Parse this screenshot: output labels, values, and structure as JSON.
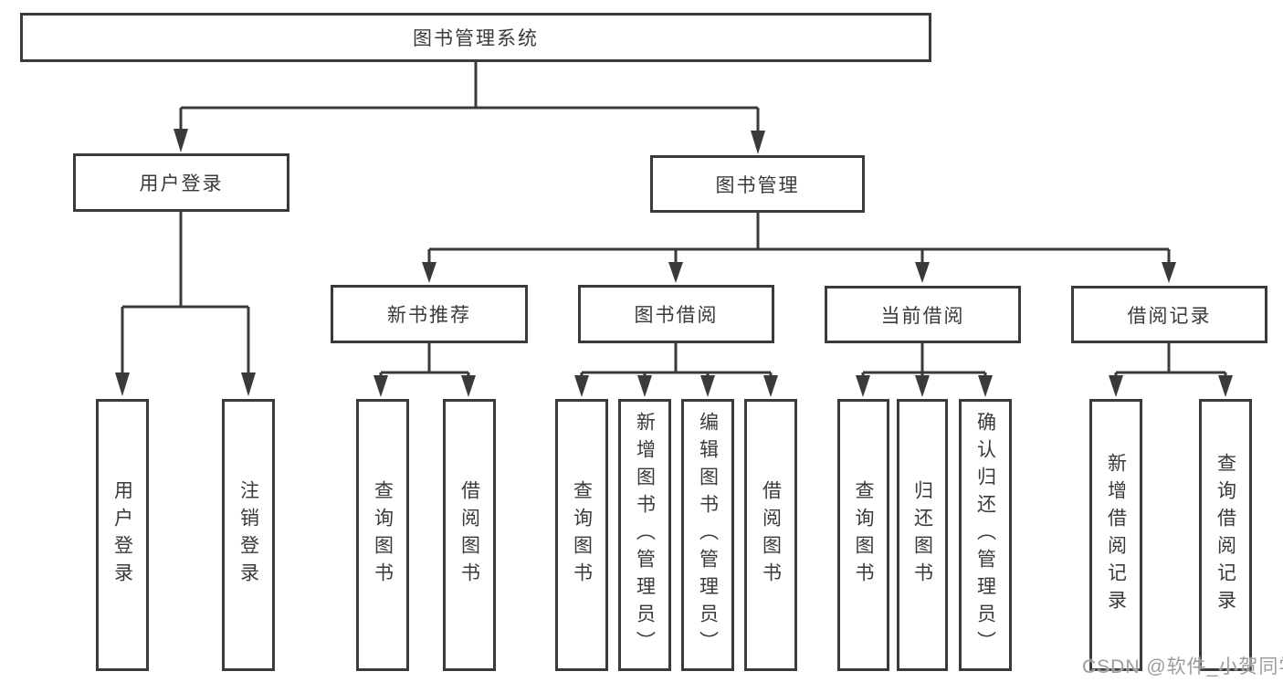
{
  "tree": {
    "label": "图书管理系统",
    "children": [
      {
        "label": "用户登录",
        "children": [
          {
            "label": "用户登录"
          },
          {
            "label": "注销登录"
          }
        ]
      },
      {
        "label": "图书管理",
        "children": [
          {
            "label": "新书推荐",
            "children": [
              {
                "label": "查询图书"
              },
              {
                "label": "借阅图书"
              }
            ]
          },
          {
            "label": "图书借阅",
            "children": [
              {
                "label": "查询图书"
              },
              {
                "label": "新增图书（管理员）"
              },
              {
                "label": "编辑图书（管理员）"
              },
              {
                "label": "借阅图书"
              }
            ]
          },
          {
            "label": "当前借阅",
            "children": [
              {
                "label": "查询图书"
              },
              {
                "label": "归还图书"
              },
              {
                "label": "确认归还（管理员）"
              }
            ]
          },
          {
            "label": "借阅记录",
            "children": [
              {
                "label": "新增借阅记录"
              },
              {
                "label": "查询借阅记录"
              }
            ]
          }
        ]
      }
    ]
  },
  "watermark": "CSDN @软件_小贺同学",
  "colors": {
    "line": "#3a3a3a",
    "text": "#3a3a3a",
    "background": "#ffffff",
    "watermark": "#9c9c9c"
  }
}
